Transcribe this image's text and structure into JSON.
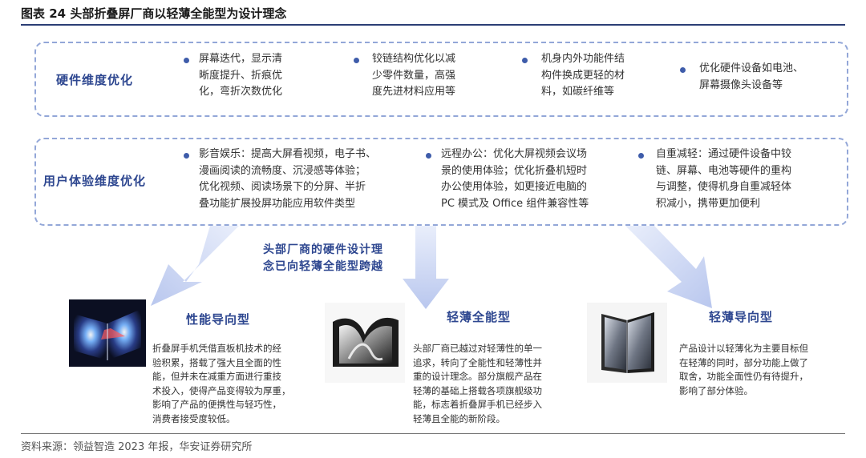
{
  "title": "图表 24 头部折叠屏厂商以轻薄全能型为设计理念",
  "hardware": {
    "label": "硬件维度优化",
    "bullets": [
      [
        "屏幕迭代，显示清",
        "晰度提升、折痕优",
        "化，弯折次数优化"
      ],
      [
        "铰链结构优化以减",
        "少零件数量，高强",
        "度先进材料应用等"
      ],
      [
        "机身内外功能件结",
        "构件换成更轻的材",
        "料，如碳纤维等"
      ],
      [
        "优化硬件设备如电池、",
        "屏幕摄像头设备等"
      ]
    ]
  },
  "user": {
    "label": "用户体验维度优化",
    "bullets": [
      [
        "影音娱乐：提高大屏看视频，电子书、",
        "漫画阅读的流畅度、沉浸感等体验；",
        "优化视频、阅读场景下的分屏、半折",
        "叠功能扩展投屏功能应用软件类型"
      ],
      [
        "远程办公：优化大屏视频会议场",
        "景的使用体验；优化折叠机短时",
        "办公使用体验，如更接近电脑的",
        "PC 模式及 Office 组件兼容性等"
      ],
      [
        "自重减轻：通过硬件设备中铰",
        "链、屏幕、电池等硬件的重构",
        "与调整，使得机身自重减轻体",
        "积减小，携带更加便利"
      ]
    ]
  },
  "center_text": [
    "头部厂商的硬件设计理",
    "念已向轻薄全能型跨越"
  ],
  "types": [
    {
      "name": "性能导向型",
      "desc": [
        "折叠屏手机凭借直板机技术的经",
        "验积累，搭载了强大且全面的性",
        "能，但并未在减重方面进行重技",
        "术投入，使得产品变得较为厚重，",
        "影响了产品的便携性与轻巧性，",
        "消费者接受度较低。"
      ]
    },
    {
      "name": "轻薄全能型",
      "desc": [
        "头部厂商已越过对轻薄性的单一",
        "追求，转向了全能性和轻薄性并",
        "重的设计理念。部分旗舰产品在",
        "轻薄的基础上搭载各项旗舰级功",
        "能，标志着折叠屏手机已经步入",
        "轻薄且全能的新阶段。"
      ]
    },
    {
      "name": "轻薄导向型",
      "desc": [
        "产品设计以轻薄化为主要目标但",
        "在轻薄的同时，部分功能上做了",
        "取舍，功能全面性仍有待提升，",
        "影响了部分体验。"
      ]
    }
  ],
  "footer": "资料来源：领益智造 2023 年报，华安证券研究所",
  "colors": {
    "accent": "#2e4790",
    "dash": "#93a7d8",
    "arrow": "#c5cff0"
  }
}
